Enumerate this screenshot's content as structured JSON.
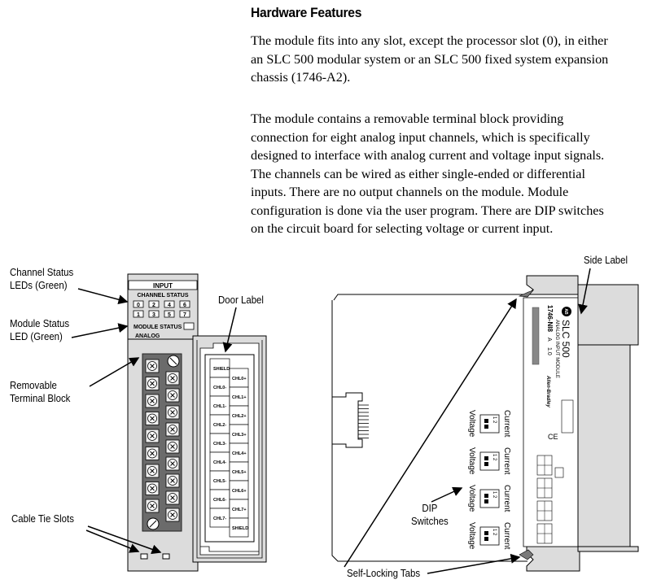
{
  "section": {
    "title": "Hardware Features",
    "paragraphs": [
      "The module fits into any slot, except the processor slot (0), in either\nan SLC 500 modular system or an SLC 500 fixed system expansion\nchassis (1746-A2).",
      "The module contains a removable terminal block providing\nconnection for eight analog input channels, which is specifically\ndesigned to interface with analog current and voltage input signals.\nThe channels can be wired as either single-ended or differential\ninputs.  There are no output channels on the module.  Module\nconfiguration is done via the user program.  There are DIP switches\non the circuit board for selecting voltage or current input."
    ]
  },
  "front_view": {
    "callouts": {
      "channel_status_leds": "Channel Status\nLEDs (Green)",
      "module_status_led": "Module Status\nLED (Green)",
      "removable_terminal_block": "Removable\nTerminal Block",
      "cable_tie_slots": "Cable Tie Slots",
      "door_label": "Door Label"
    },
    "panel": {
      "input_label": "INPUT",
      "channel_status_label": "CHANNEL STATUS",
      "leds_row1": [
        "0",
        "2",
        "4",
        "6"
      ],
      "leds_row2": [
        "1",
        "3",
        "5",
        "7"
      ],
      "module_status_label": "MODULE STATUS",
      "analog_label": "ANALOG"
    },
    "door_label_left": [
      "SHIELD",
      "CHL0-",
      "CHL1-",
      "CHL2-",
      "CHL3-",
      "CHL4-",
      "CHL5-",
      "CHL6-",
      "CHL7-"
    ],
    "door_label_right": [
      "CHL0+",
      "CHL1+",
      "CHL2+",
      "CHL3+",
      "CHL4+",
      "CHL5+",
      "CHL6+",
      "CHL7+",
      "SHIELD"
    ]
  },
  "side_view": {
    "callouts": {
      "side_label": "Side Label",
      "dip_switches": "DIP\nSwitches",
      "self_locking_tabs": "Self-Locking Tabs"
    },
    "label": {
      "brand": "SLC 500",
      "product": "ANALOG INPUT MODULE",
      "catalog": "1746-NI8",
      "series": "A",
      "revision": "1.0",
      "manufacturer": "Allen-Bradley"
    },
    "dip_switch": {
      "top_label": "Current",
      "bottom_label": "Voltage",
      "positions": "1 2"
    }
  },
  "colors": {
    "module_gray": "#dcdcdc",
    "terminal_dark": "#6b6b6b",
    "outline": "#000000"
  }
}
